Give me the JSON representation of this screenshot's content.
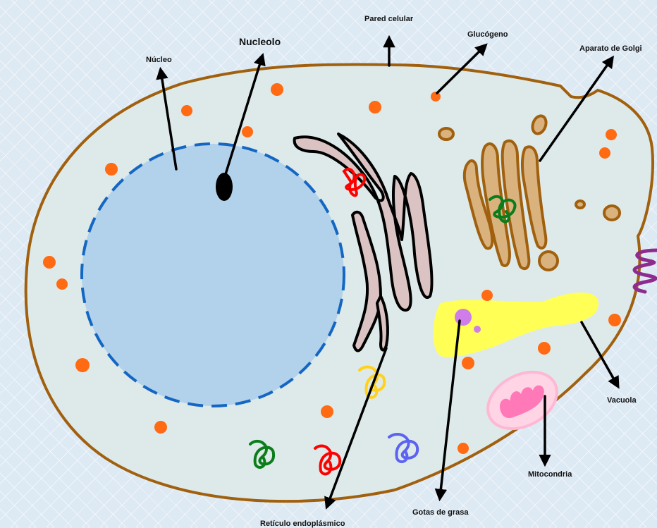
{
  "labels": {
    "pared_celular": "Pared celular",
    "nucleolo": "Nucleolo",
    "nucleo": "Núcleo",
    "glucogeno": "Glucógeno",
    "aparato_golgi": "Aparato de Golgi",
    "vacuola": "Vacuola",
    "mitocondria": "Mitocondria",
    "gotas_grasa": "Gotas de grasa",
    "reticulo": "Retículo endoplásmico"
  },
  "colors": {
    "background": "#dde9f3",
    "cell_fill": "#deeaea",
    "cell_wall": "#a0600e",
    "nucleus_fill": "#b2d1ea",
    "nucleus_border": "#1466c3",
    "granules": "#ff6a13",
    "reticulum_fill": "#dcc3c3",
    "golgi_fill": "#d9b27e",
    "golgi_stroke": "#a0600e",
    "vacuole": "#ffff55",
    "fat_drop": "#cf7de8",
    "mitochondria_outer": "#ffb8d4",
    "mitochondria_inner": "#ff78b8",
    "membrane_protein": "#8e2b8e"
  },
  "icons": [
    "cell-diagram",
    "arrow-icon"
  ]
}
